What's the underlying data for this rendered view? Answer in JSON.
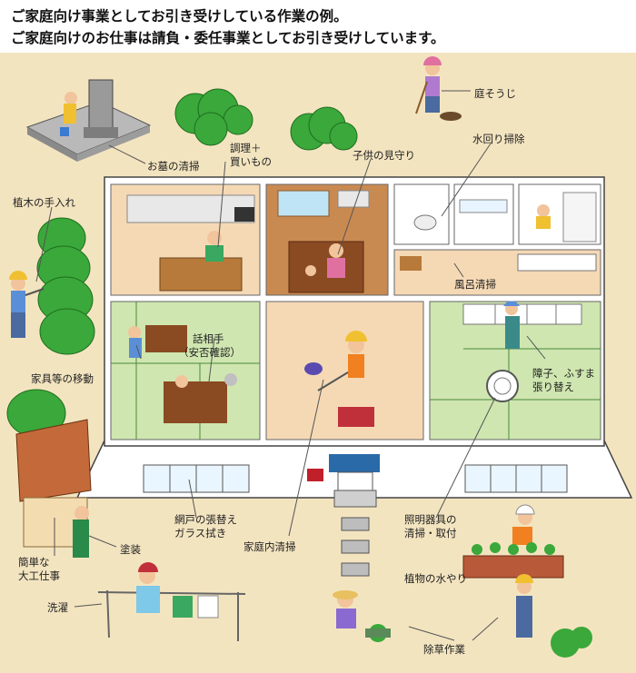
{
  "header": {
    "line1": "ご家庭向け事業としてお引き受けしている作業の例。",
    "line2": "ご家庭向けのお仕事は請負・委任事業としてお引き受けしています。"
  },
  "labels": {
    "grave": "お墓の清掃",
    "cooking_1": "調理＋",
    "cooking_2": "買いもの",
    "childcare": "子供の見守り",
    "garden_clean": "庭そうじ",
    "water_clean": "水回り掃除",
    "pruning": "植木の手入れ",
    "bath": "風呂清掃",
    "talk_1": "話相手",
    "talk_2": "（安否確認）",
    "furniture": "家具等の移動",
    "shoji_1": "障子、ふすま",
    "shoji_2": "張り替え",
    "screen_1": "網戸の張替え",
    "screen_2": "ガラス拭き",
    "indoor_clean": "家庭内清掃",
    "lighting_1": "照明器具の",
    "lighting_2": "清掃・取付",
    "painting": "塗装",
    "carpentry_1": "簡単な",
    "carpentry_2": "大工仕事",
    "watering": "植物の水やり",
    "laundry": "洗濯",
    "weeding": "除草作業"
  },
  "colors": {
    "ground": "#f3e4c0",
    "house_wall": "#ffffff",
    "floor": "#f5d9b5",
    "tatami": "#cfe6b0",
    "tree": "#3aa83a",
    "roof": "#c46a3a"
  }
}
